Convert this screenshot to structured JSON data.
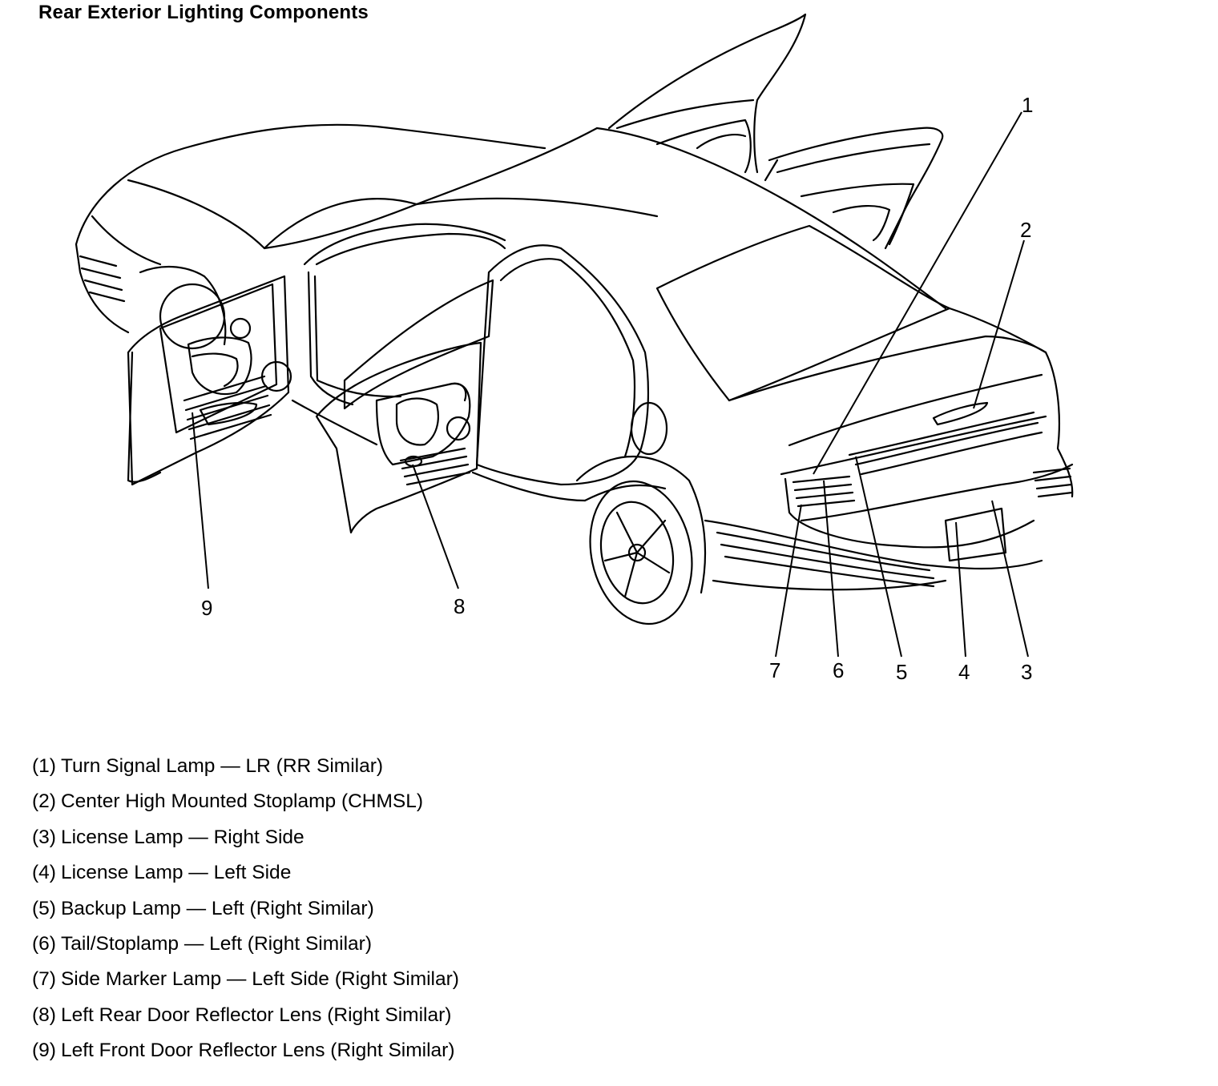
{
  "title": "Rear Exterior Lighting Components",
  "callouts": [
    {
      "id": "1",
      "label": "1"
    },
    {
      "id": "2",
      "label": "2"
    },
    {
      "id": "3",
      "label": "3"
    },
    {
      "id": "4",
      "label": "4"
    },
    {
      "id": "5",
      "label": "5"
    },
    {
      "id": "6",
      "label": "6"
    },
    {
      "id": "7",
      "label": "7"
    },
    {
      "id": "8",
      "label": "8"
    },
    {
      "id": "9",
      "label": "9"
    }
  ],
  "legend": [
    {
      "num": "(1)",
      "text": "Turn Signal Lamp — LR (RR Similar)"
    },
    {
      "num": "(2)",
      "text": "Center High Mounted Stoplamp (CHMSL)"
    },
    {
      "num": "(3)",
      "text": "License Lamp — Right Side"
    },
    {
      "num": "(4)",
      "text": "License Lamp — Left Side"
    },
    {
      "num": "(5)",
      "text": "Backup Lamp — Left (Right Similar)"
    },
    {
      "num": "(6)",
      "text": "Tail/Stoplamp — Left (Right Similar)"
    },
    {
      "num": "(7)",
      "text": "Side Marker Lamp — Left Side (Right Similar)"
    },
    {
      "num": "(8)",
      "text": "Left Rear Door Reflector Lens (Right Similar)"
    },
    {
      "num": "(9)",
      "text": "Left Front Door Reflector Lens (Right Similar)"
    }
  ]
}
